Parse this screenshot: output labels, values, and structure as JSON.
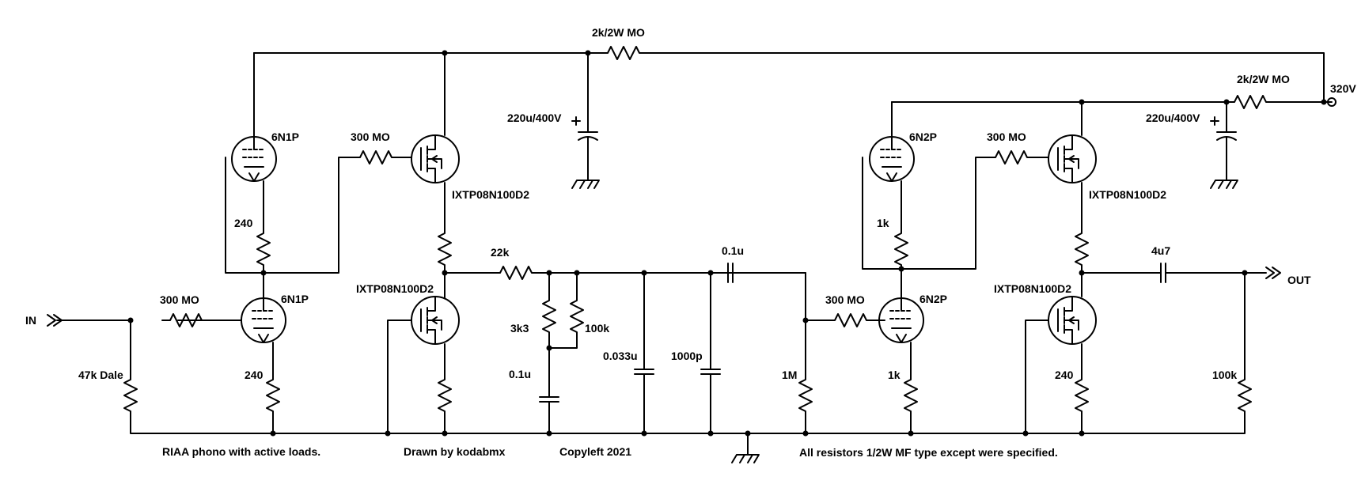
{
  "labels": {
    "r_top_supply": "2k/2W MO",
    "r_right_supply": "2k/2W MO",
    "vplus": "320V",
    "c_filter_left": "220u/400V",
    "c_filter_right": "220u/400V",
    "v1_tube": "6N1P",
    "v2_tube": "6N1P",
    "v3_tube": "6N2P",
    "v4_tube": "6N2P",
    "r_grid_stage2": "300 MO",
    "r_grid_stage2b": "300 MO",
    "r_grid_in": "300 MO",
    "r_grid_stage3": "300 MO",
    "q_top_left": "IXTP08N100D2",
    "q_bot_left": "IXTP08N100D2",
    "q_top_right": "IXTP08N100D2",
    "q_bot_right": "IXTP08N100D2",
    "r_v1k": "240",
    "r_v2k": "240",
    "r_q2s": "240",
    "r_v3k": "1k",
    "r_v4k": "1k",
    "r_riaa_series": "22k",
    "r_riaa_3k3": "3k3",
    "r_riaa_100k": "100k",
    "c_riaa_01": "0.1u",
    "c_riaa_0033": "0.033u",
    "c_riaa_1000p": "1000p",
    "c_couple": "0.1u",
    "r_grid_leak": "1M",
    "c_out": "4u7",
    "r_out_load": "100k",
    "r_input_load": "47k Dale",
    "in": "IN",
    "out": "OUT"
  },
  "notes": {
    "title": "RIAA phono with active loads.",
    "author": "Drawn by kodabmx",
    "copyleft": "Copyleft 2021",
    "resistors": "All resistors 1/2W MF type except were specified."
  }
}
